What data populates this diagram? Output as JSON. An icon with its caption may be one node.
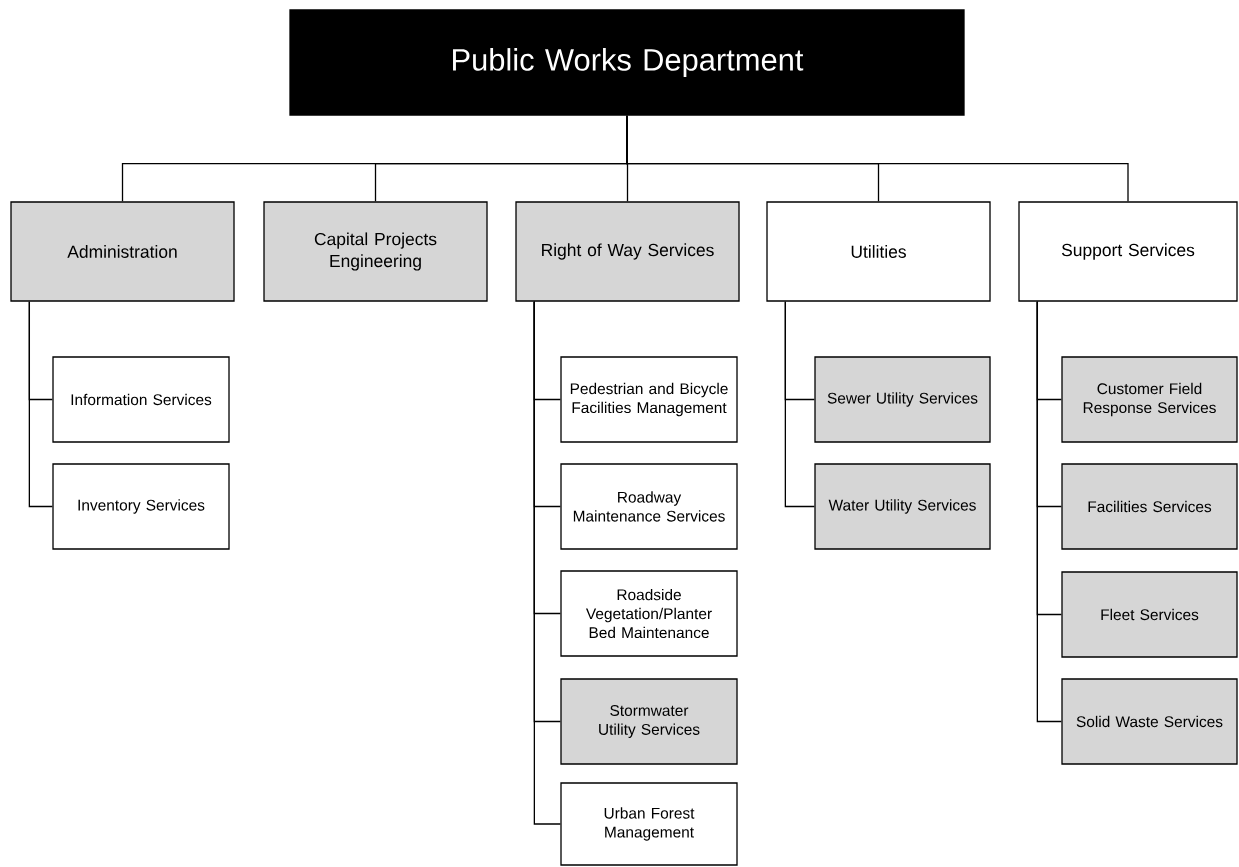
{
  "diagram": {
    "nodes": [
      {
        "text": [
          "Public Works Department"
        ]
      },
      {
        "text": [
          "Administration"
        ]
      },
      {
        "text": [
          "Capital Projects Engineering"
        ]
      },
      {
        "text": [
          "Right of Way Services"
        ]
      },
      {
        "text": [
          "Utilities"
        ]
      },
      {
        "text": [
          "Support Services"
        ]
      },
      {
        "text": [
          "Information Services"
        ]
      },
      {
        "text": [
          "Inventory Services"
        ]
      },
      {
        "text": [
          "Pedestrian and Bicycle Facilities Management"
        ]
      },
      {
        "text": [
          "Roadway Maintenance Services"
        ]
      },
      {
        "text": [
          "Roadside Vegetation/Planter Bed Maintenance"
        ]
      },
      {
        "text": [
          "Stormwater Utility Services"
        ]
      },
      {
        "text": [
          "Urban Forest Management"
        ]
      },
      {
        "text": [
          "Sewer Utility Services"
        ]
      },
      {
        "text": [
          "Water Utility Services"
        ]
      },
      {
        "text": [
          "Customer Field Response Services"
        ]
      },
      {
        "text": [
          "Facilities Services"
        ]
      },
      {
        "text": [
          "Fleet Services"
        ]
      },
      {
        "text": [
          "Solid Waste Services"
        ]
      }
    ],
    "edges": [
      {
        "from": 0,
        "to": 1,
        "arrow": "none"
      },
      {
        "from": 0,
        "to": 2,
        "arrow": "none"
      },
      {
        "from": 0,
        "to": 3,
        "arrow": "none"
      },
      {
        "from": 0,
        "to": 4,
        "arrow": "none"
      },
      {
        "from": 0,
        "to": 5,
        "arrow": "none"
      },
      {
        "from": 1,
        "to": 6,
        "arrow": "none"
      },
      {
        "from": 1,
        "to": 7,
        "arrow": "none"
      },
      {
        "from": 3,
        "to": 8,
        "arrow": "none"
      },
      {
        "from": 3,
        "to": 9,
        "arrow": "none"
      },
      {
        "from": 3,
        "to": 10,
        "arrow": "none"
      },
      {
        "from": 3,
        "to": 11,
        "arrow": "none"
      },
      {
        "from": 3,
        "to": 12,
        "arrow": "none"
      },
      {
        "from": 4,
        "to": 13,
        "arrow": "none"
      },
      {
        "from": 4,
        "to": 14,
        "arrow": "none"
      },
      {
        "from": 5,
        "to": 15,
        "arrow": "none"
      },
      {
        "from": 5,
        "to": 16,
        "arrow": "none"
      },
      {
        "from": 5,
        "to": 17,
        "arrow": "none"
      },
      {
        "from": 5,
        "to": 18,
        "arrow": "none"
      }
    ]
  }
}
